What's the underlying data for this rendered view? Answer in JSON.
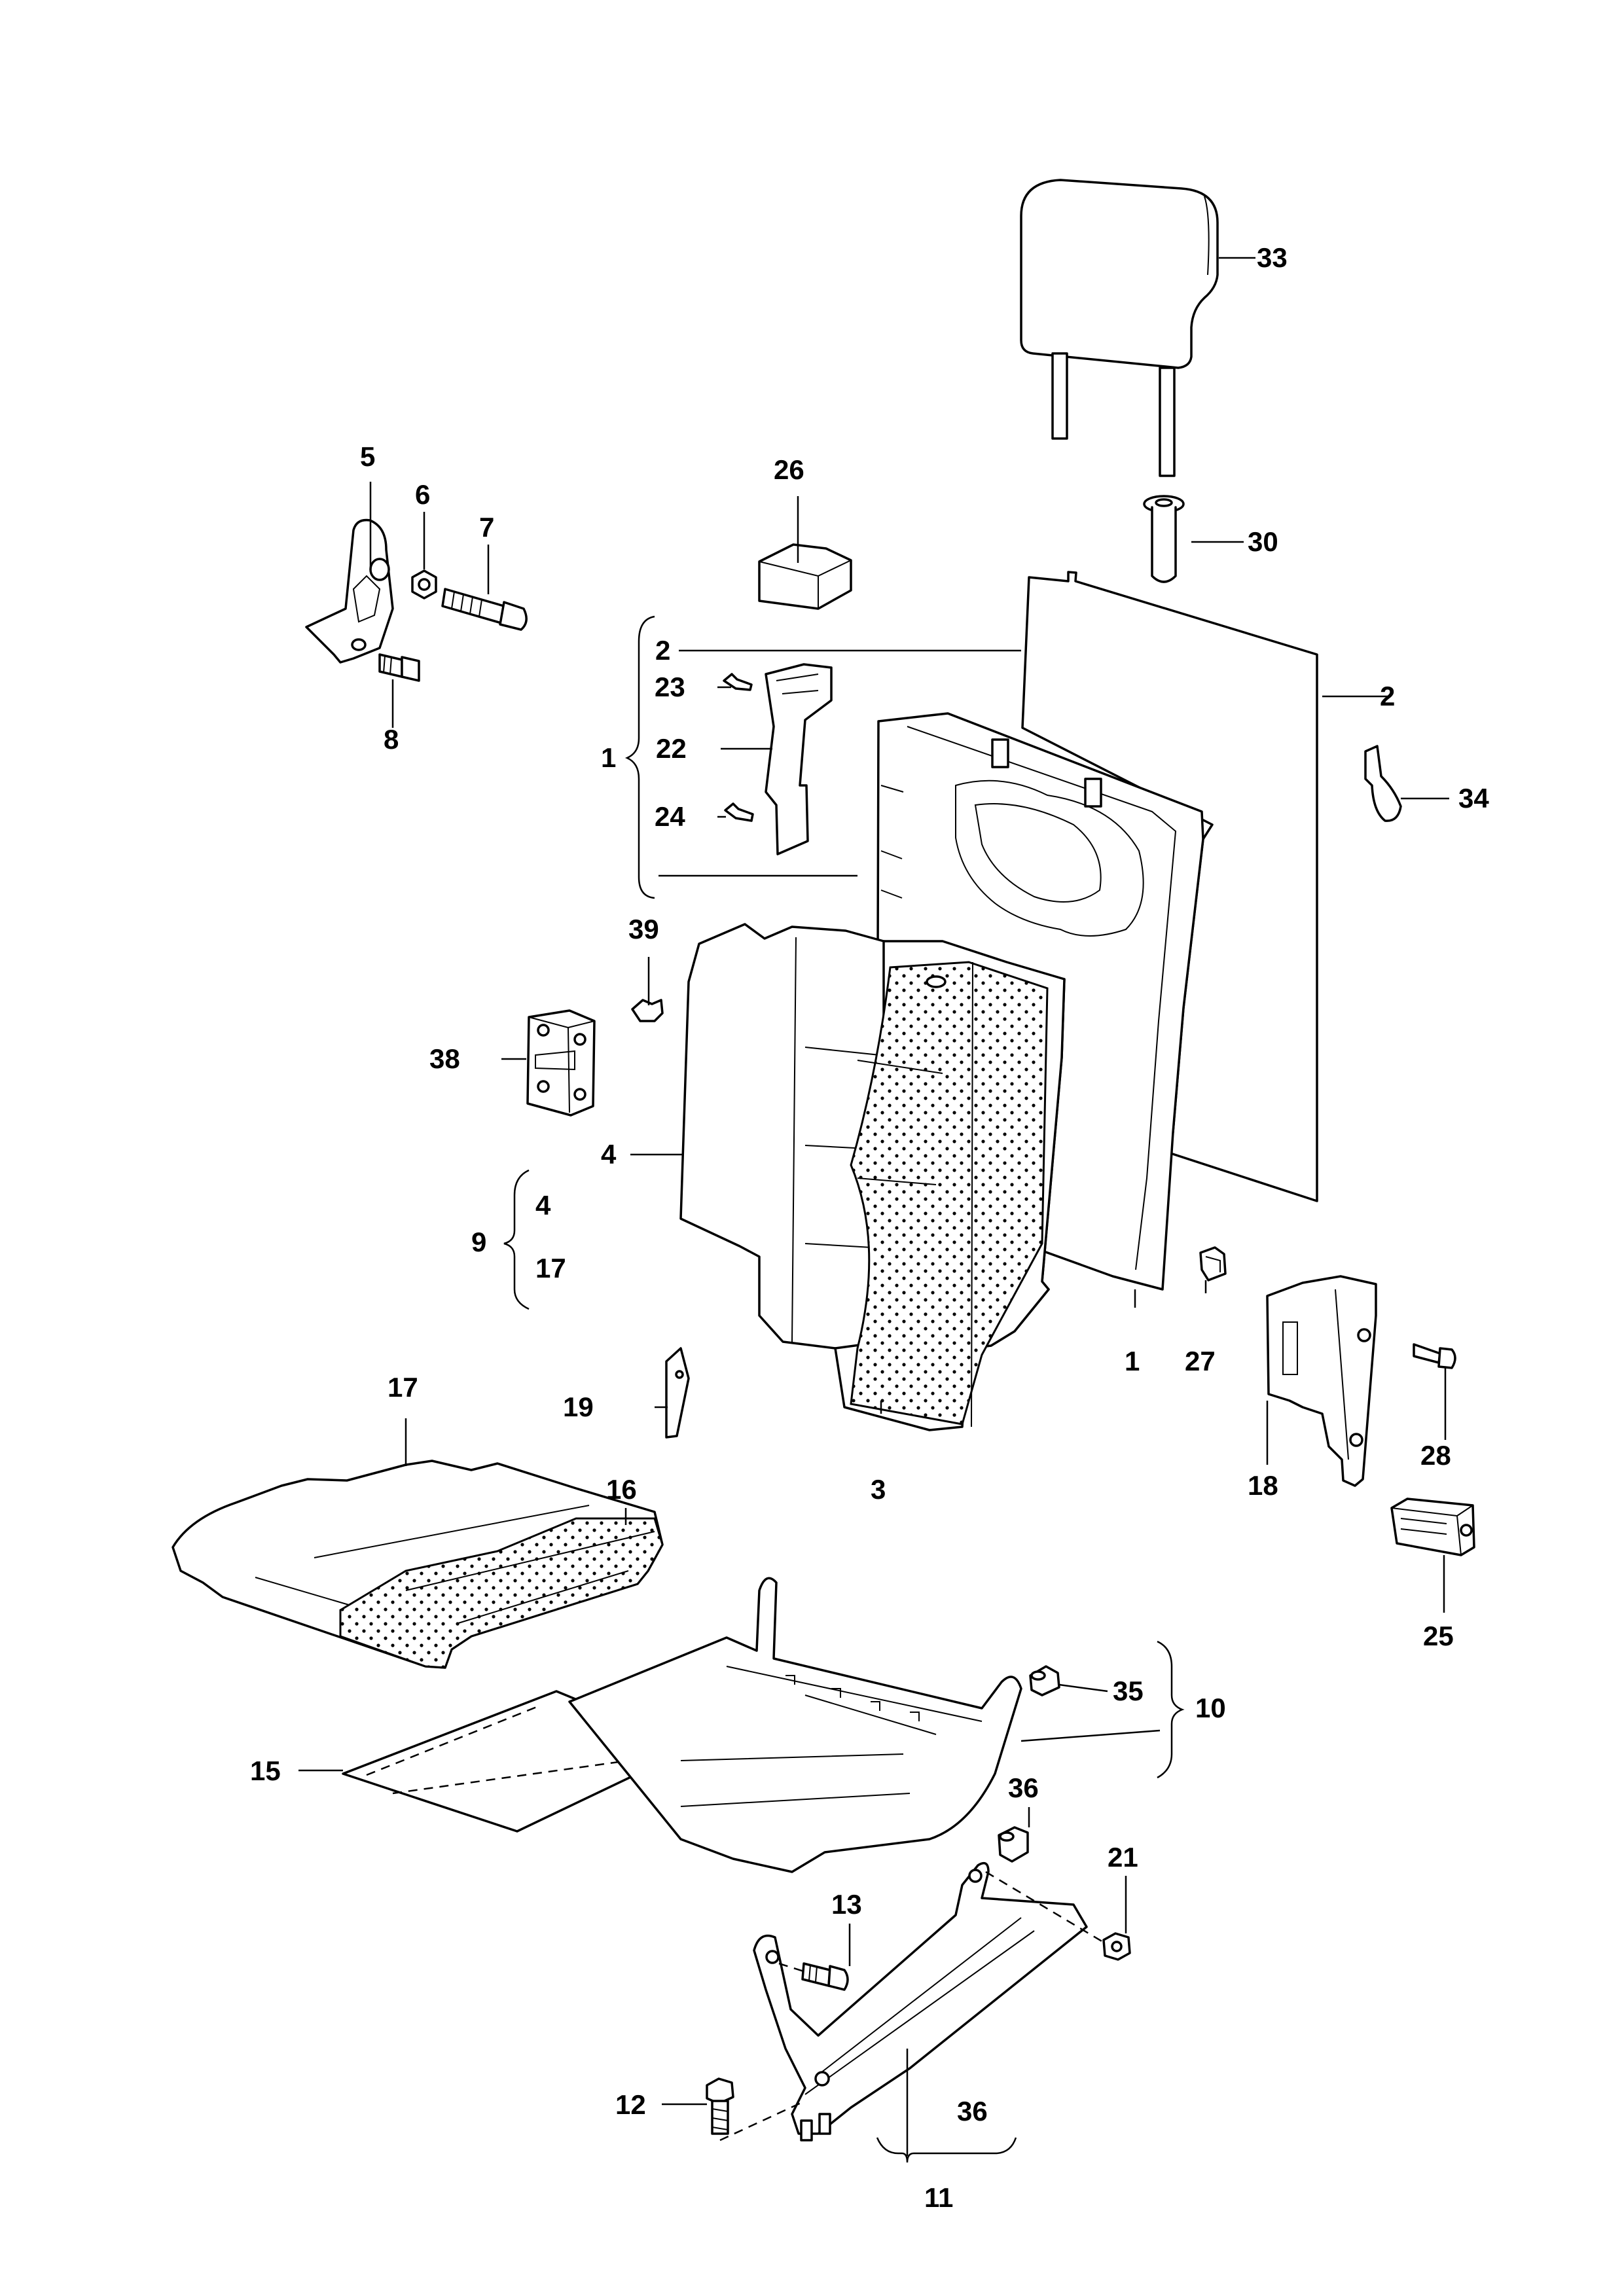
{
  "callouts": {
    "c1a": "1",
    "c1b": "1",
    "c2a": "2",
    "c2b": "2",
    "c3": "3",
    "c4a": "4",
    "c4b": "4",
    "c5": "5",
    "c6": "6",
    "c7": "7",
    "c8": "8",
    "c9": "9",
    "c10": "10",
    "c11": "11",
    "c12": "12",
    "c13": "13",
    "c15": "15",
    "c16": "16",
    "c17a": "17",
    "c17b": "17",
    "c18": "18",
    "c19": "19",
    "c21": "21",
    "c22": "22",
    "c23": "23",
    "c24": "24",
    "c25": "25",
    "c26": "26",
    "c27": "27",
    "c28": "28",
    "c30": "30",
    "c33": "33",
    "c34": "34",
    "c35": "35",
    "c36a": "36",
    "c36b": "36",
    "c38": "38",
    "c39": "39"
  }
}
